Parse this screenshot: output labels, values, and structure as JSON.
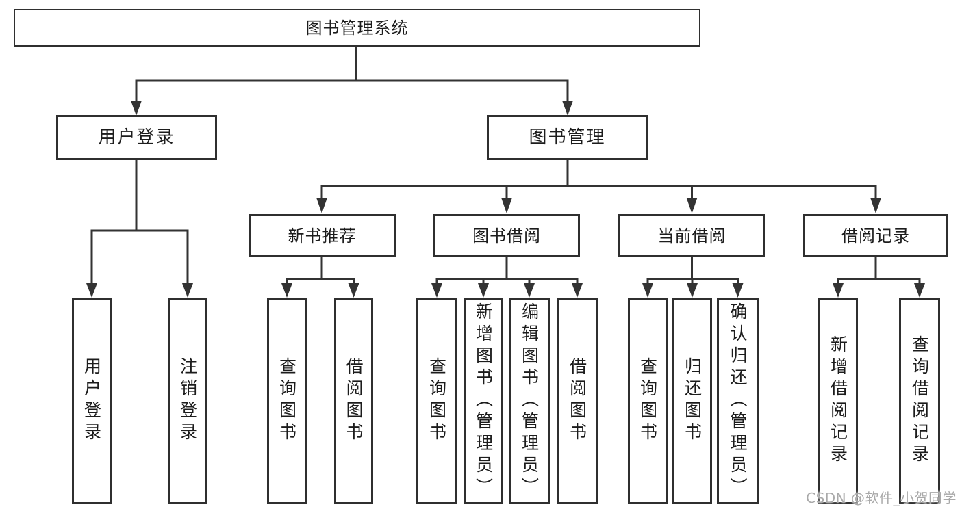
{
  "tree": {
    "root": "图书管理系统",
    "branches": [
      {
        "label": "用户登录",
        "children": [
          "用户登录",
          "注销登录"
        ]
      },
      {
        "label": "图书管理",
        "groups": [
          {
            "label": "新书推荐",
            "children": [
              "查询图书",
              "借阅图书"
            ]
          },
          {
            "label": "图书借阅",
            "children": [
              "查询图书",
              "新增图书（管理员）",
              "编辑图书（管理员）",
              "借阅图书"
            ]
          },
          {
            "label": "当前借阅",
            "children": [
              "查询图书",
              "归还图书",
              "确认归还（管理员）"
            ]
          },
          {
            "label": "借阅记录",
            "children": [
              "新增借阅记录",
              "查询借阅记录"
            ]
          }
        ]
      }
    ]
  },
  "watermark": "CSDN @软件_小贺同学",
  "colors": {
    "line": "#333333",
    "box_border": "#2f2f2f",
    "text": "#1c1c1c",
    "background": "#ffffff",
    "watermark": "#a9a9a9"
  }
}
